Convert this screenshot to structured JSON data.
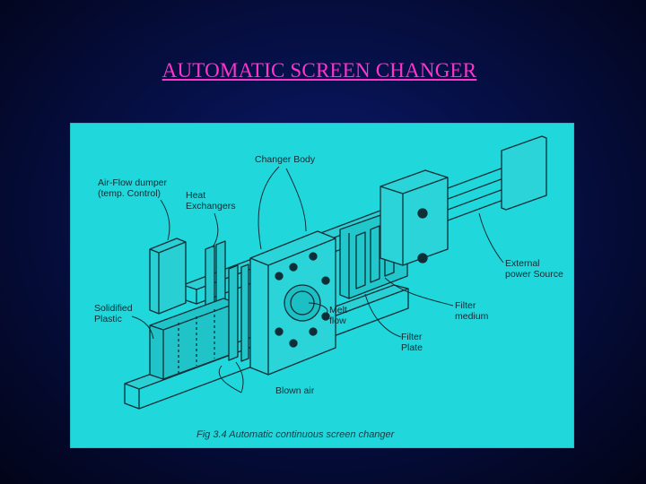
{
  "title": "AUTOMATIC SCREEN CHANGER",
  "figure": {
    "labels": {
      "changer_body": "Changer Body",
      "air_flow_damper": "Air-Flow dumper\n(temp. Control)",
      "heat_exchangers": "Heat\nExchangers",
      "solidified_plastic": "Solidified\nPlastic",
      "melt_flow": "Melt\nflow",
      "filter_plate": "Filter\nPlate",
      "filter_medium": "Filter\nmedium",
      "external_power": "External\npower Source",
      "blown_air": "Blown air"
    },
    "caption": "Fig 3.4 Automatic continuous screen changer"
  },
  "colors": {
    "background": "#061047",
    "title": "#ff33cc",
    "figure_bg": "#20d8dc",
    "ink": "#0a2c35"
  }
}
